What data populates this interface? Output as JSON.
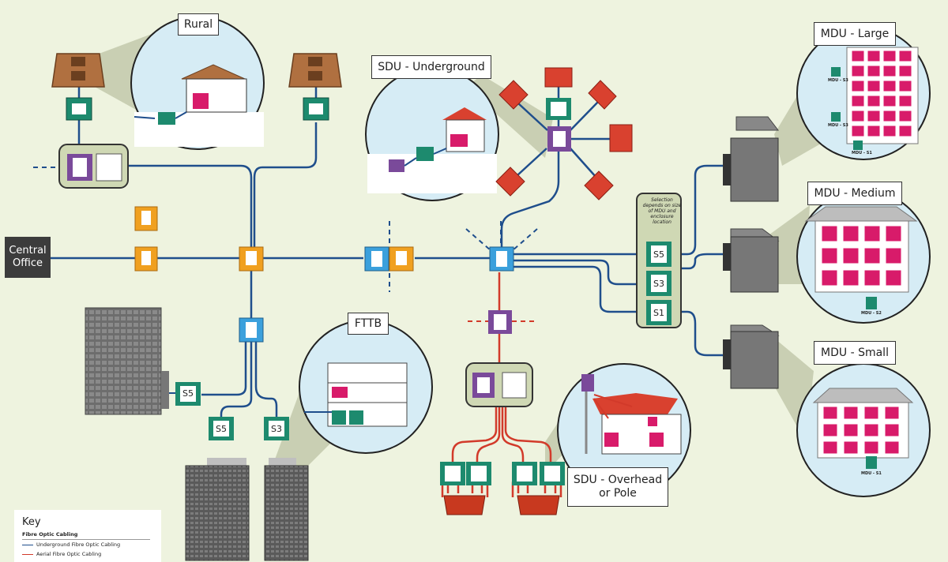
{
  "central_office": {
    "line1": "Central",
    "line2": "Office"
  },
  "labels": {
    "rural": "Rural",
    "sdu_underground": "SDU - Underground",
    "fttb": "FTTB",
    "sdu_overhead_line1": "SDU - Overhead",
    "sdu_overhead_line2": "or Pole",
    "mdu_large": "MDU - Large",
    "mdu_medium": "MDU - Medium",
    "mdu_small": "MDU - Small"
  },
  "selection_note": "Selection depends on size of MDU and enclosure location",
  "splitters": {
    "s5": "S5",
    "s3": "S3",
    "s1": "S1"
  },
  "mdu_tags": {
    "large_1": "MDU - S3",
    "large_2": "MDU - S3",
    "large_3": "MDU - S1",
    "medium": "MDU - S2",
    "small": "MDU - S1"
  },
  "key": {
    "title": "Key",
    "subtitle": "Fibre Optic Cabling",
    "items": [
      {
        "label": "Underground Fibre Optic Cabling",
        "color": "#1f4e8c"
      },
      {
        "label": "Aerial Fibre Optic Cabling",
        "color": "#d23a2a"
      }
    ]
  },
  "colors": {
    "underground": "#1f4e8c",
    "aerial": "#d23a2a",
    "teal": "#1d8a6e",
    "orange": "#f0a020",
    "blue_box": "#3ba0dc",
    "purple": "#7a4a9a",
    "magenta": "#d81b6a",
    "red_roof": "#d9412f",
    "circle_fill": "#d6ecf5"
  }
}
